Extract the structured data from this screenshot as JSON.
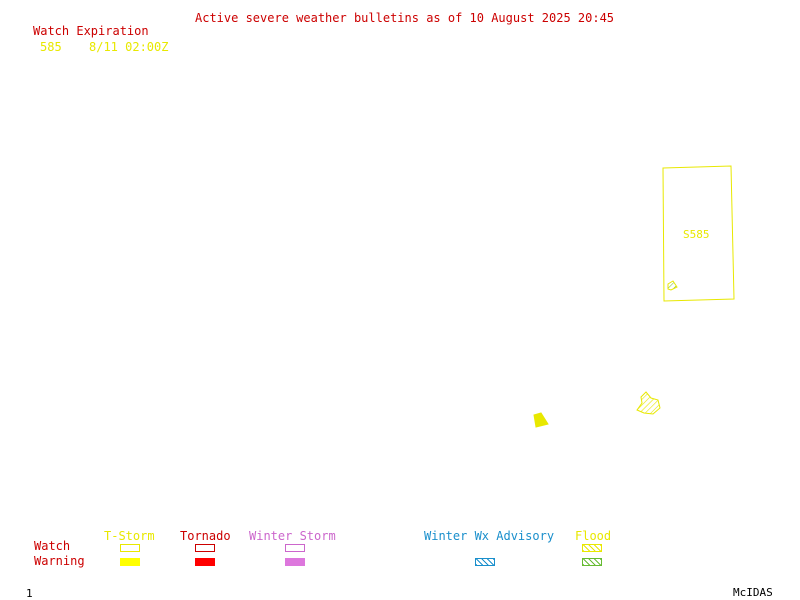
{
  "header": {
    "title": "Active severe weather bulletins as of 10 August 2025 20:45"
  },
  "watch_table": {
    "heading": "Watch Expiration",
    "rows": [
      {
        "id": "585",
        "expires": "8/11 02:00Z"
      }
    ]
  },
  "map": {
    "watch_box_label": "S585",
    "colors": {
      "tstorm": "#e8e800",
      "tornado": "#ff0000",
      "winter_storm": "#dd77dd",
      "winter_advisory": "#1a8fcc",
      "flood": "#66bb33"
    }
  },
  "legend": {
    "row_labels": {
      "watch": "Watch",
      "warning": "Warning"
    },
    "columns": [
      {
        "key": "tstorm",
        "label": "T-Storm",
        "color": "#e8e800"
      },
      {
        "key": "tornado",
        "label": "Tornado",
        "color": "#cc0000"
      },
      {
        "key": "winter_storm",
        "label": "Winter Storm",
        "color": "#cc66cc"
      },
      {
        "key": "winter_advisory",
        "label": "Winter Wx Advisory",
        "color": "#1a8fcc"
      },
      {
        "key": "flood",
        "label": "Flood",
        "color": "#e8e800"
      }
    ]
  },
  "footer": {
    "frame_number": "1",
    "software": "McIDAS"
  }
}
